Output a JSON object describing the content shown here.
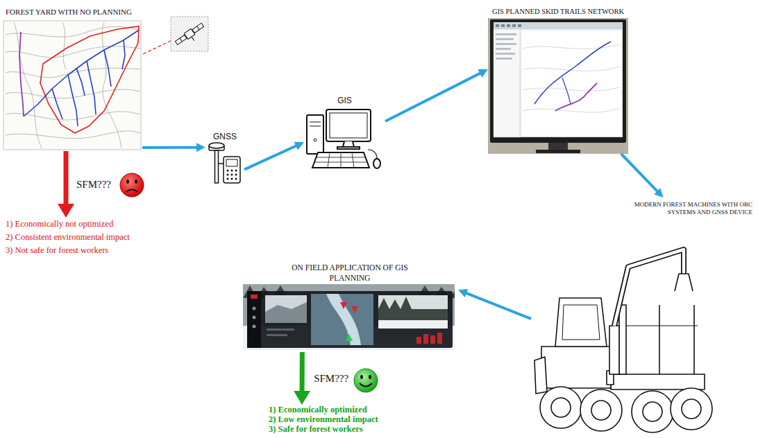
{
  "diagram": {
    "nodes": [
      {
        "text": [
          "FOREST YARD WITH NO PLANNING"
        ]
      },
      {
        "text": [
          "GNSS"
        ]
      },
      {
        "text": [
          "GIS"
        ]
      },
      {
        "text": [
          "GIS PLANNED SKID TRAILS NETWORK"
        ]
      },
      {
        "text": [
          "MODERN FOREST MACHINES WITH OBC SYSTEMS AND GNSS DEVICE"
        ]
      },
      {
        "text": [
          "ON FIELD APPLICATION OF GIS PLANNING"
        ]
      },
      {
        "text": [
          "1) Economically not optimized",
          "2) Consistent environmental impact",
          "3) Not safe for forest workers"
        ]
      },
      {
        "text": [
          "1) Economically optimized",
          "2) Low environmental impact",
          "3) Safe for forest workers"
        ]
      }
    ],
    "edges": [
      {
        "from": 0,
        "to": 1,
        "arrow": "to"
      },
      {
        "from": 1,
        "to": 2,
        "arrow": "to"
      },
      {
        "from": 2,
        "to": 3,
        "arrow": "to"
      },
      {
        "from": 3,
        "to": 4,
        "arrow": "to"
      },
      {
        "from": 4,
        "to": 5,
        "arrow": "to"
      },
      {
        "from": 0,
        "to": 6,
        "label": "SFM???",
        "arrow": "to"
      },
      {
        "from": 5,
        "to": 7,
        "label": "SFM???",
        "arrow": "to"
      }
    ]
  }
}
